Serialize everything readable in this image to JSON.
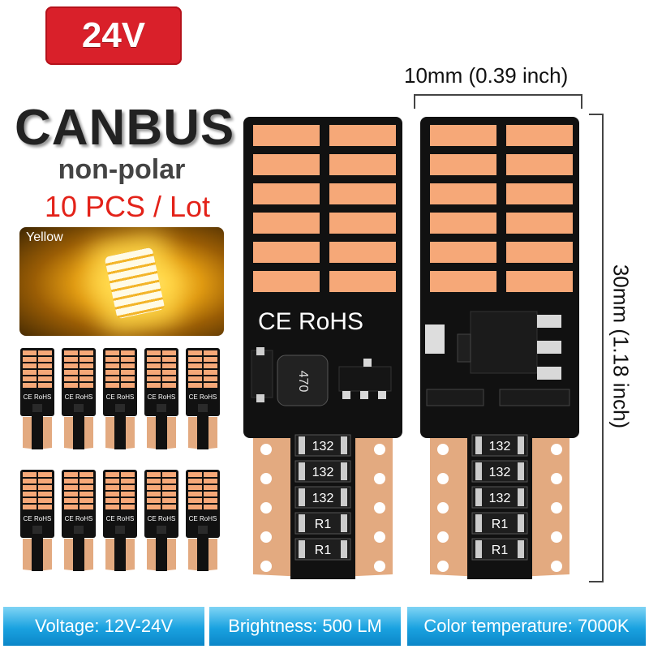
{
  "badge": {
    "voltage": "24V"
  },
  "headline": {
    "title": "CANBUS",
    "subtitle": "non-polar",
    "quantity": "10 PCS / Lot"
  },
  "photo": {
    "color_label": "Yellow"
  },
  "bulb_markings": {
    "ce_rohs": "CE RoHS",
    "inductor": "470",
    "resistors": [
      "132",
      "132",
      "132",
      "R1",
      "R1"
    ]
  },
  "dimensions": {
    "width": "10mm (0.39 inch)",
    "height": "30mm (1.18 inch)"
  },
  "specs": {
    "voltage": "Voltage: 12V-24V",
    "brightness": "Brightness: 500 LM",
    "color_temperature": "Color temperature: 7000K"
  },
  "colors": {
    "badge_red": "#d9202a",
    "led_orange": "#f6a878",
    "pcb_black": "#111111",
    "copper": "#e3aa80",
    "spec_blue": "#1aa2e0"
  },
  "thumbnail_rows": 2,
  "thumbnails_per_row": 5
}
